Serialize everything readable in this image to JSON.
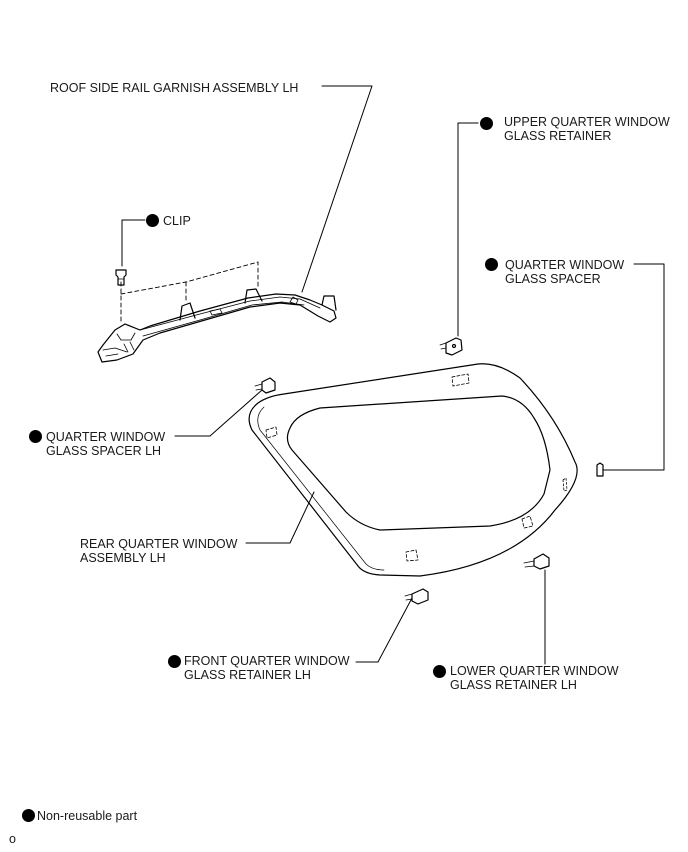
{
  "labels": {
    "roof_rail": "ROOF SIDE RAIL GARNISH ASSEMBLY LH",
    "clip": "CLIP",
    "upper_retainer": [
      "UPPER QUARTER WINDOW",
      "GLASS RETAINER"
    ],
    "spacer": [
      "QUARTER WINDOW",
      "GLASS SPACER"
    ],
    "spacer_lh": [
      "QUARTER WINDOW",
      "GLASS SPACER LH"
    ],
    "rear_assembly": [
      "REAR QUARTER WINDOW",
      "ASSEMBLY LH"
    ],
    "front_retainer": [
      "FRONT QUARTER WINDOW",
      "GLASS RETAINER LH"
    ],
    "lower_retainer": [
      "LOWER QUARTER WINDOW",
      "GLASS RETAINER LH"
    ]
  },
  "legend": {
    "non_reusable": "Non-reusable part"
  },
  "figure_code": "o"
}
